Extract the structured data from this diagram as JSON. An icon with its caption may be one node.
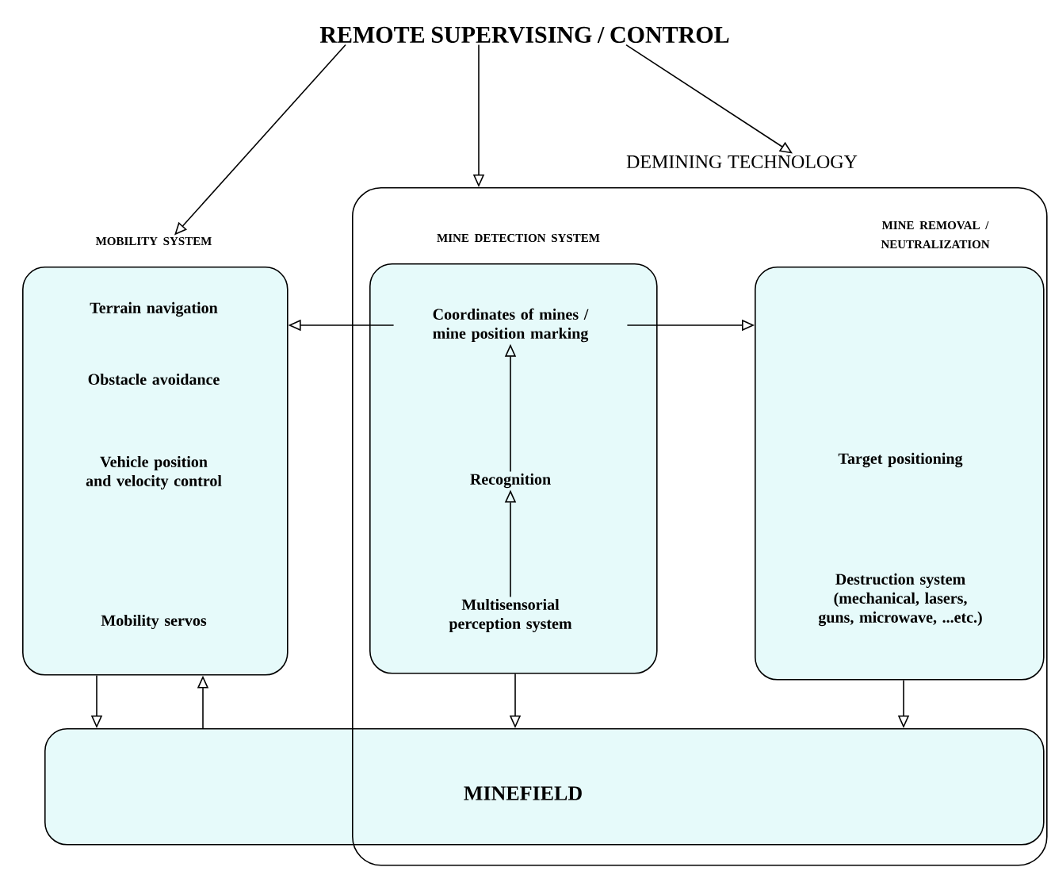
{
  "diagram": {
    "nodes": [
      {
        "text": [
          "REMOTE SUPERVISING / CONTROL"
        ]
      },
      {
        "text": [
          "DEMINING TECHNOLOGY"
        ]
      },
      {
        "text": [
          "MOBILITY SYSTEM",
          "Terrain navigation",
          "Obstacle avoidance",
          "Vehicle position and velocity control",
          "Mobility servos"
        ]
      },
      {
        "text": [
          "MINE DETECTION SYSTEM"
        ],
        "in": 1
      },
      {
        "text": [
          "Coordinates of mines / mine position marking"
        ],
        "in": 3
      },
      {
        "text": [
          "Recognition"
        ],
        "in": 3
      },
      {
        "text": [
          "Multisensorial perception system"
        ],
        "in": 3
      },
      {
        "text": [
          "MINE REMOVAL / NEUTRALIZATION",
          "Target positioning",
          "Destruction system (mechanical, lasers, guns, microwave, ...etc.)"
        ],
        "in": 1
      },
      {
        "text": [
          "MINEFIELD"
        ]
      }
    ],
    "edges": [
      {
        "from": 0,
        "to": 2,
        "arrow": "to"
      },
      {
        "from": 0,
        "to": 1,
        "arrow": "to"
      },
      {
        "from": 0,
        "to": 1,
        "arrow": "to"
      },
      {
        "from": 4,
        "to": 2,
        "arrow": "to"
      },
      {
        "from": 4,
        "to": 7,
        "arrow": "to"
      },
      {
        "from": 5,
        "to": 4,
        "arrow": "to"
      },
      {
        "from": 6,
        "to": 5,
        "arrow": "to"
      },
      {
        "from": 2,
        "to": 8,
        "arrow": "to"
      },
      {
        "from": 8,
        "to": 2,
        "arrow": "to"
      },
      {
        "from": 3,
        "to": 8,
        "arrow": "to"
      },
      {
        "from": 7,
        "to": 8,
        "arrow": "to"
      }
    ]
  }
}
